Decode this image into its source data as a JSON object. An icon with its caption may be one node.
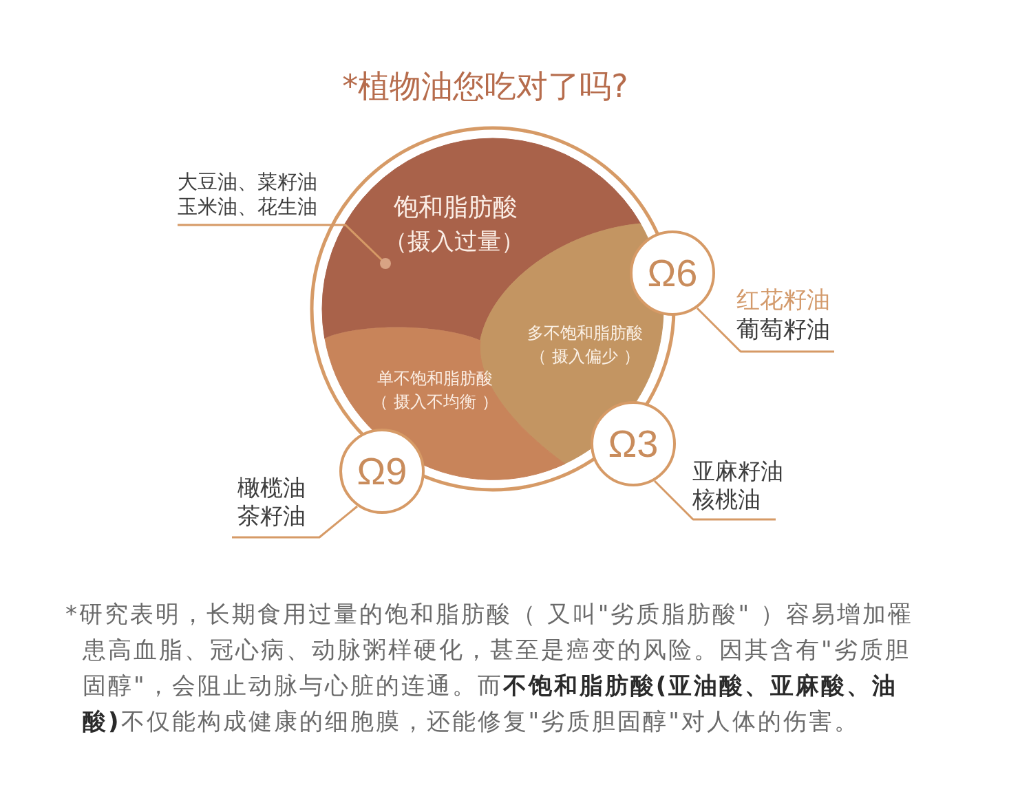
{
  "diagram": {
    "title": "*植物油您吃对了吗?",
    "nodes": [
      {
        "text": [
          "大豆油、菜籽油",
          "玉米油、花生油"
        ]
      },
      {
        "text": [],
        "shape": "circle"
      },
      {
        "text": [
          "饱和脂肪酸",
          "（摄入过量）"
        ],
        "in": 1
      },
      {
        "text": [
          "多不饱和脂肪酸",
          "（ 摄入偏少 ）"
        ],
        "in": 1
      },
      {
        "text": [
          "单不饱和脂肪酸",
          "（ 摄入不均衡 ）"
        ],
        "in": 1
      },
      {
        "text": [
          "Ω6"
        ]
      },
      {
        "text": [
          "红花籽油",
          "葡萄籽油"
        ]
      },
      {
        "text": [
          "Ω3"
        ]
      },
      {
        "text": [
          "亚麻籽油",
          "核桃油"
        ]
      },
      {
        "text": [
          "Ω9"
        ]
      },
      {
        "text": [
          "橄榄油",
          "茶籽油"
        ]
      }
    ],
    "edges": [
      {
        "from": 0,
        "to": 2,
        "arrow": "other"
      },
      {
        "from": 5,
        "to": 6,
        "arrow": "none"
      },
      {
        "from": 7,
        "to": 8,
        "arrow": "none"
      },
      {
        "from": 9,
        "to": 10,
        "arrow": "none"
      }
    ],
    "caption": "*研究表明，长期食用过量的饱和脂肪酸（ 又叫\"劣质脂肪酸\" ）容易增加罹患高血脂、冠心病、动脉粥样硬化，甚至是癌变的风险。因其含有\"劣质胆固醇\"，会阻止动脉与心脏的连通。而**不饱和脂肪酸(亚油酸、亚麻酸、油酸)**不仅能构成健康的细胞膜，还能修复\"劣质胆固醇\"对人体的伤害。"
  }
}
